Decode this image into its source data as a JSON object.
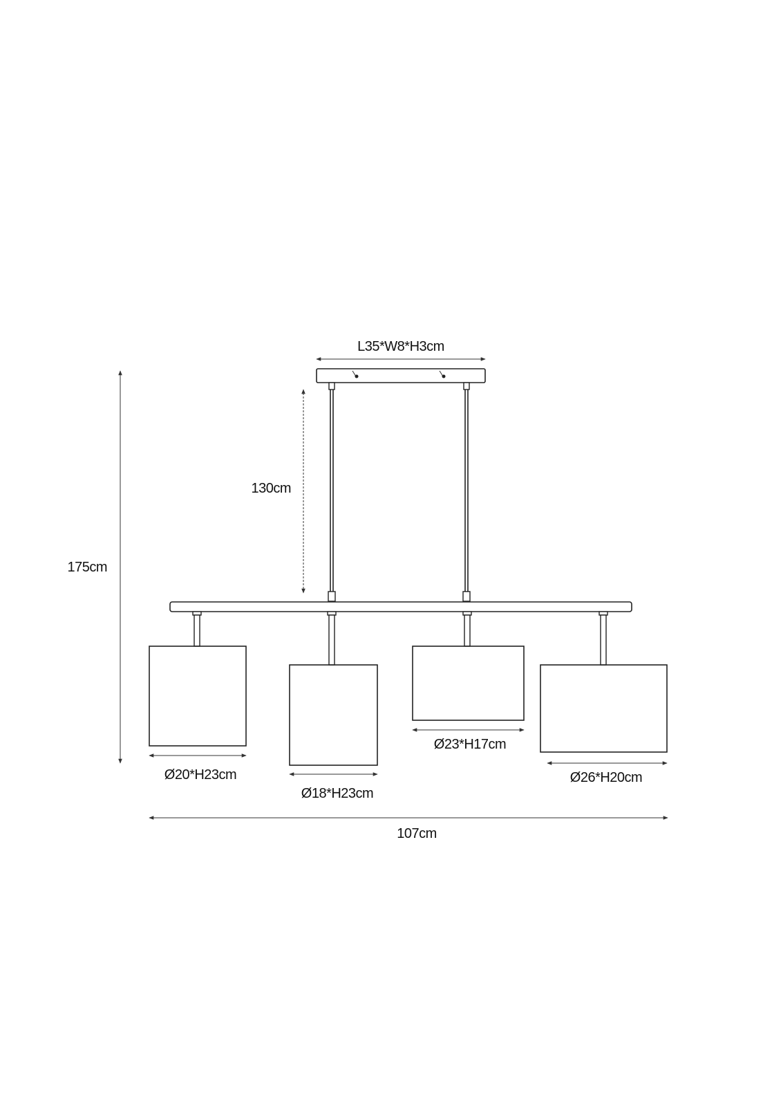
{
  "dimensions": {
    "canopy": "L35*W8*H3cm",
    "cable_length": "130cm",
    "total_height": "175cm",
    "total_width": "107cm"
  },
  "shades": [
    {
      "label": "Ø20*H23cm"
    },
    {
      "label": "Ø18*H23cm"
    },
    {
      "label": "Ø23*H17cm"
    },
    {
      "label": "Ø26*H20cm"
    }
  ]
}
